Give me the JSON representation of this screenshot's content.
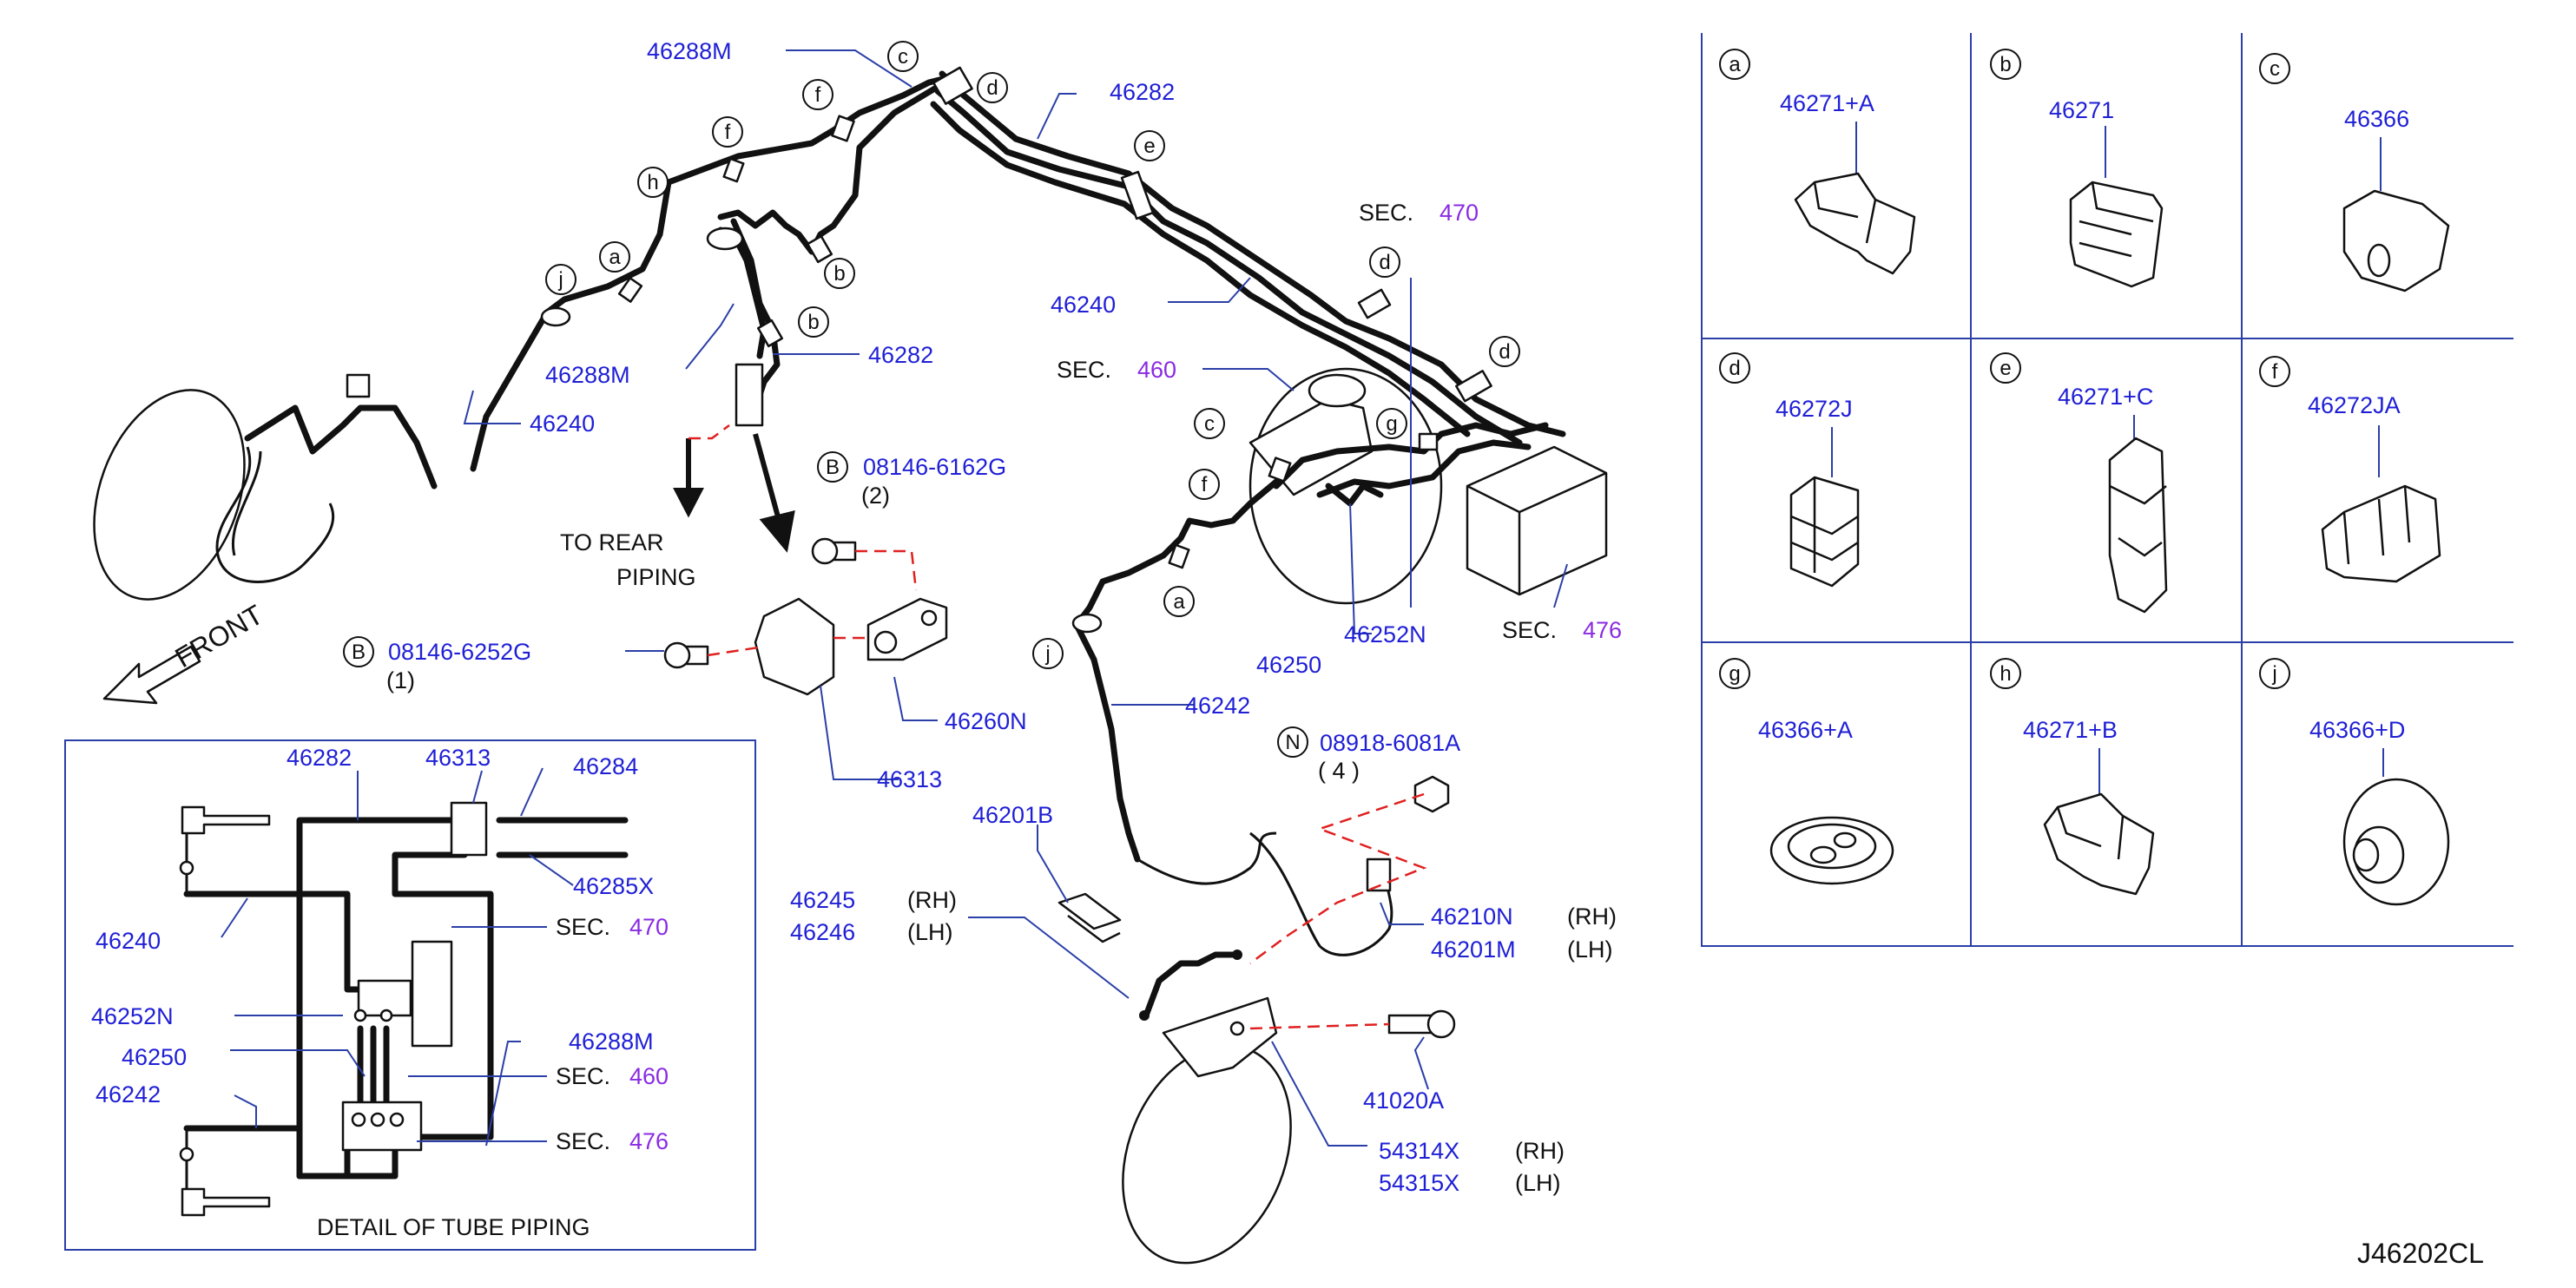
{
  "diagram_code": "J46202CL",
  "labels": {
    "p46288M_top": "46288M",
    "p46282_top": "46282",
    "p46240_mid": "46240",
    "p46288M_left": "46288M",
    "p46240_left": "46240",
    "p46282_mid": "46282",
    "sec460": "SEC.",
    "sec460_num": "460",
    "sec470": "SEC.",
    "sec470_num": "470",
    "sec476": "SEC.",
    "sec476_num": "476",
    "bolt1_code": "B",
    "bolt1": "08146-6162G",
    "bolt1_qty": "(2)",
    "bolt2_code": "B",
    "bolt2": "08146-6252G",
    "bolt2_qty": "(1)",
    "to_rear": "TO   REAR",
    "piping": "PIPING",
    "front": "FRONT",
    "p46260N": "46260N",
    "p46313": "46313",
    "p46242": "46242",
    "p46250": "46250",
    "p46252N": "46252N",
    "nut_code": "N",
    "nut": "08918-6081A",
    "nut_qty": "(  4    )",
    "p46201B": "46201B",
    "p46245": "46245",
    "p46245_side": "(RH)",
    "p46246": "46246",
    "p46246_side": "(LH)",
    "p46210N": "46210N",
    "p46210N_side": "(RH)",
    "p46201M": "46201M",
    "p46201M_side": "(LH)",
    "p41020A": "41020A",
    "p54314X": "54314X",
    "p54314X_side": "(RH)",
    "p54315X": "54315X",
    "p54315X_side": "(LH)"
  },
  "detail": {
    "title": "DETAIL   OF   TUBE   PIPING",
    "p46282": "46282",
    "p46313": "46313",
    "p46284": "46284",
    "p46285X": "46285X",
    "p46240": "46240",
    "sec470": "SEC.",
    "sec470_num": "470",
    "p46252N": "46252N",
    "p46250": "46250",
    "p46288M": "46288M",
    "sec460": "SEC.",
    "sec460_num": "460",
    "p46242": "46242",
    "sec476": "SEC.",
    "sec476_num": "476"
  },
  "callouts": [
    "a",
    "b",
    "c",
    "d",
    "e",
    "f",
    "g",
    "h",
    "j"
  ],
  "clip_table": [
    {
      "letter": "a",
      "part": "46271+A"
    },
    {
      "letter": "b",
      "part": "46271"
    },
    {
      "letter": "c",
      "part": "46366"
    },
    {
      "letter": "d",
      "part": "46272J"
    },
    {
      "letter": "e",
      "part": "46271+C"
    },
    {
      "letter": "f",
      "part": "46272JA"
    },
    {
      "letter": "g",
      "part": "46366+A"
    },
    {
      "letter": "h",
      "part": "46271+B"
    },
    {
      "letter": "j",
      "part": "46366+D"
    }
  ],
  "colors": {
    "part_number": "#1f1fd6",
    "section_number": "#8a2be2",
    "leader": "#2b3fa8",
    "dashed_guide": "#e02020"
  }
}
